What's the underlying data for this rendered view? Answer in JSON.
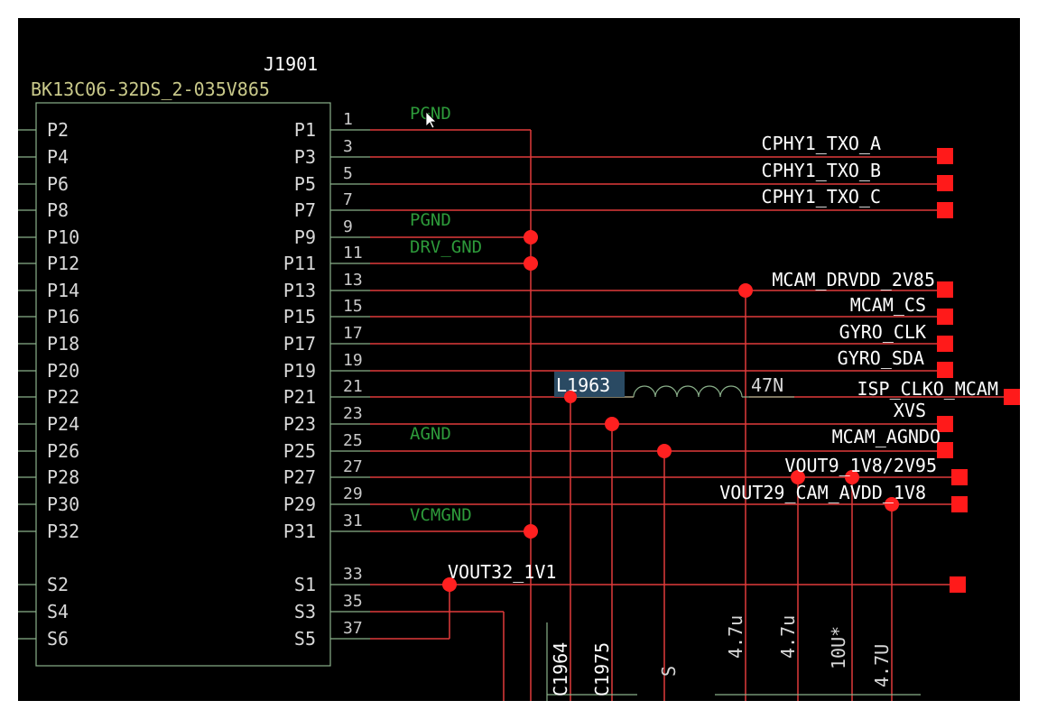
{
  "component": {
    "refdes": "J1901",
    "part_number": "BK13C06-32DS_2-035V865",
    "left_pins": [
      "P2",
      "P4",
      "P6",
      "P8",
      "P10",
      "P12",
      "P14",
      "P16",
      "P18",
      "P20",
      "P22",
      "P24",
      "P26",
      "P28",
      "P30",
      "P32",
      "S2",
      "S4",
      "S6"
    ],
    "right_pins": [
      "P1",
      "P3",
      "P5",
      "P7",
      "P9",
      "P11",
      "P13",
      "P15",
      "P17",
      "P19",
      "P21",
      "P23",
      "P25",
      "P27",
      "P29",
      "P31",
      "S1",
      "S3",
      "S5"
    ],
    "right_pin_numbers": [
      "1",
      "3",
      "5",
      "7",
      "9",
      "11",
      "13",
      "15",
      "17",
      "19",
      "21",
      "23",
      "25",
      "27",
      "29",
      "31",
      "33",
      "35",
      "37"
    ]
  },
  "ground_labels": [
    "PGND",
    "PGND",
    "DRV_GND",
    "AGND",
    "VCMGND"
  ],
  "net_labels": {
    "cphy_a": "CPHY1_TXO_A",
    "cphy_b": "CPHY1_TXO_B",
    "cphy_c": "CPHY1_TXO_C",
    "drvdd": "MCAM_DRVDD_2V85",
    "cs": "MCAM_CS",
    "gyro_clk": "GYRO_CLK",
    "gyro_sda": "GYRO_SDA",
    "isp_clk": "ISP_CLKO_MCAM",
    "xvs": "XVS",
    "agnd0": "MCAM_AGNDO",
    "vout9": "VOUT9_1V8/2V95",
    "vout29": "VOUT29_CAM_AVDD_1V8",
    "vout32": "VOUT32_1V1"
  },
  "inductor": {
    "refdes": "L1963",
    "value": "47N"
  },
  "capacitors": {
    "c1964": "C1964",
    "c1975": "C1975",
    "s_label": "S",
    "v1": "4.7u",
    "v2": "4.7u",
    "v3": "10U*",
    "v4": "4.7U"
  },
  "colors": {
    "background": "#000000",
    "wire": "#e03a3a",
    "junction": "#ff2020",
    "ground_text": "#2d9a3a",
    "component_outline": "#8ab08a"
  }
}
